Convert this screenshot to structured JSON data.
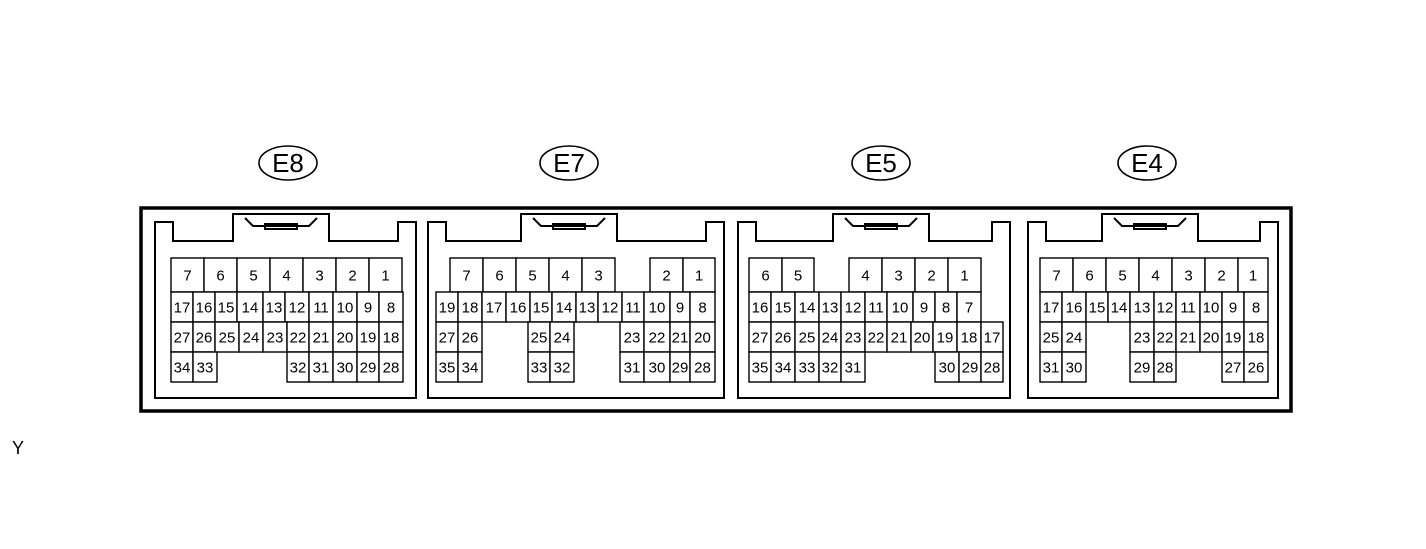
{
  "figure_code": "Y",
  "connectors": [
    {
      "label": "E8",
      "rows": [
        [
          "7",
          "6",
          "5",
          "4",
          "3",
          "2",
          "1"
        ],
        [
          "17",
          "16",
          "15",
          "14",
          "13",
          "12",
          "11",
          "10",
          "9",
          "8"
        ],
        [
          "27",
          "26",
          "25",
          "24",
          "23",
          "22",
          "21",
          "20",
          "19",
          "18"
        ],
        [
          "34",
          "33",
          "32",
          "31",
          "30",
          "29",
          "28"
        ]
      ]
    },
    {
      "label": "E7",
      "rows": [
        [
          "7",
          "6",
          "5",
          "4",
          "3",
          "2",
          "1"
        ],
        [
          "19",
          "18",
          "17",
          "16",
          "15",
          "14",
          "13",
          "12",
          "11",
          "10",
          "9",
          "8"
        ],
        [
          "27",
          "26",
          "25",
          "24",
          "23",
          "22",
          "21",
          "20"
        ],
        [
          "35",
          "34",
          "33",
          "32",
          "31",
          "30",
          "29",
          "28"
        ]
      ]
    },
    {
      "label": "E5",
      "rows": [
        [
          "6",
          "5",
          "4",
          "3",
          "2",
          "1"
        ],
        [
          "16",
          "15",
          "14",
          "13",
          "12",
          "11",
          "10",
          "9",
          "8",
          "7"
        ],
        [
          "27",
          "26",
          "25",
          "24",
          "23",
          "22",
          "21",
          "20",
          "19",
          "18",
          "17"
        ],
        [
          "35",
          "34",
          "33",
          "32",
          "31",
          "30",
          "29",
          "28"
        ]
      ]
    },
    {
      "label": "E4",
      "rows": [
        [
          "7",
          "6",
          "5",
          "4",
          "3",
          "2",
          "1"
        ],
        [
          "17",
          "16",
          "15",
          "14",
          "13",
          "12",
          "11",
          "10",
          "9",
          "8"
        ],
        [
          "25",
          "24",
          "23",
          "22",
          "21",
          "20",
          "19",
          "18"
        ],
        [
          "31",
          "30",
          "29",
          "28",
          "27",
          "26"
        ]
      ]
    }
  ]
}
